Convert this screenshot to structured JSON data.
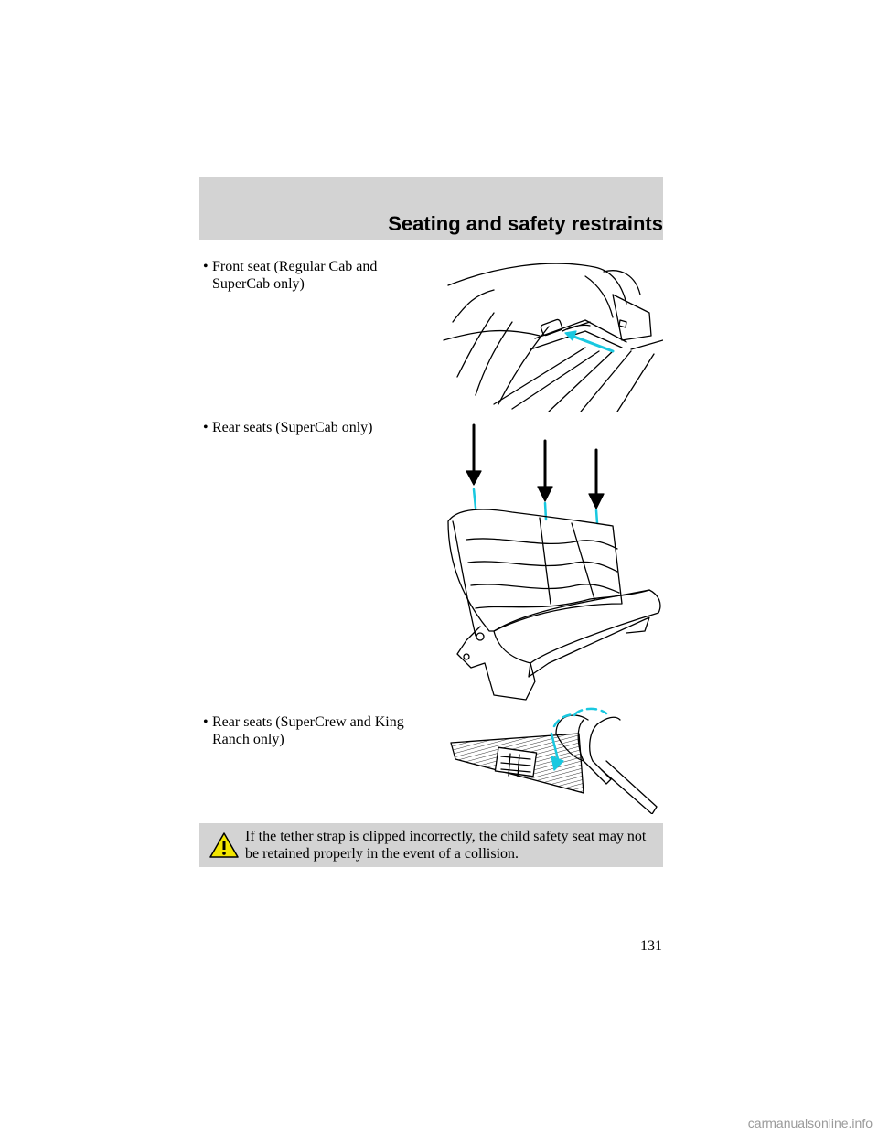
{
  "header": {
    "title": "Seating and safety restraints"
  },
  "items": [
    {
      "bullet": "•",
      "text": "Front seat (Regular Cab and SuperCab only)"
    },
    {
      "bullet": "•",
      "text": "Rear seats (SuperCab only)"
    },
    {
      "bullet": "•",
      "text": "Rear seats (SuperCrew and King Ranch only)"
    }
  ],
  "warning": {
    "text": "If the tether strap is clipped incorrectly, the child safety seat may not be retained properly in the event of a collision."
  },
  "page_number": "131",
  "watermark": "carmanualsonline.info",
  "colors": {
    "band": "#d3d3d3",
    "accent": "#19c8e0",
    "warning_icon": "#f3e600"
  }
}
